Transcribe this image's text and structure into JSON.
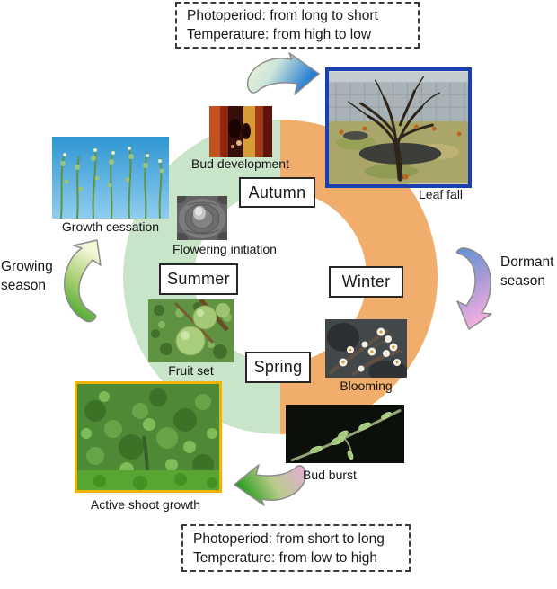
{
  "figure": {
    "top_note": {
      "line1": "Photoperiod: from long to short",
      "line2": "Temperature: from high to low"
    },
    "bottom_note": {
      "line1": "Photoperiod: from short to long",
      "line2": "Temperature: from low to high"
    },
    "seasons": {
      "autumn": "Autumn",
      "winter": "Winter",
      "spring": "Spring",
      "summer": "Summer"
    },
    "stages": {
      "bud_development": "Bud development",
      "leaf_fall": "Leaf fall",
      "growth_cessation": "Growth cessation",
      "flowering_initiation": "Flowering initiation",
      "fruit_set": "Fruit set",
      "blooming": "Blooming",
      "bud_burst": "Bud burst",
      "active_shoot_growth": "Active shoot growth"
    },
    "cycle_labels": {
      "growing": {
        "line1": "Growing",
        "line2": "season"
      },
      "dormant": {
        "line1": "Dormant",
        "line2": "season"
      }
    },
    "icons": {
      "top_arrow": "curved-arrow-right",
      "right_arrow": "curved-arrow-down",
      "bottom_arrow": "curved-arrow-left",
      "left_arrow": "curved-arrow-up"
    }
  },
  "colors": {
    "ring_green": "#c8e4c9",
    "ring_orange": "#f1ad6b",
    "leaf_fall_border": "#1a3fae",
    "active_shoot_border": "#f0b400",
    "arrow_blue": "#1d79d2",
    "arrow_pink": "#eeaade",
    "arrow_green": "#2f9c22",
    "arrow_pale_yellow": "#f3f5d4"
  }
}
